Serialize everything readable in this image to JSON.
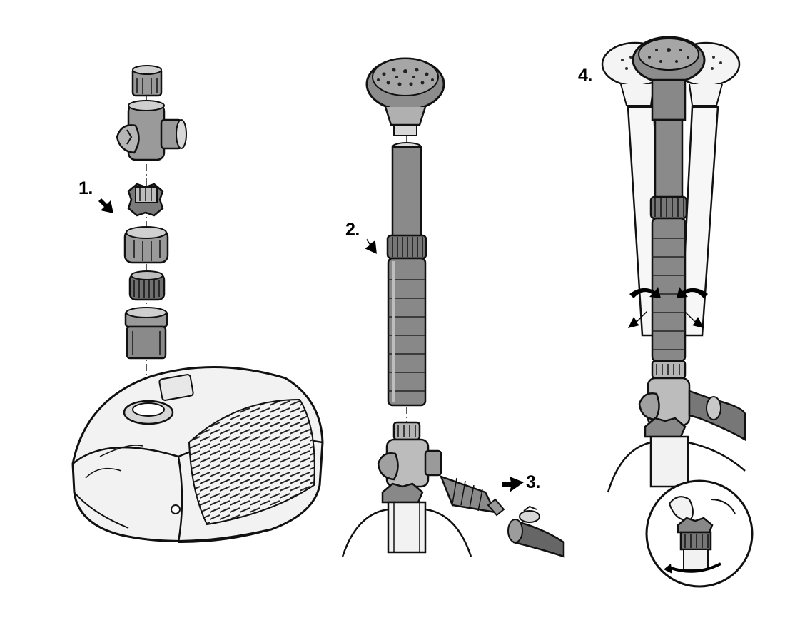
{
  "steps": [
    {
      "id": "step-1",
      "label": "1."
    },
    {
      "id": "step-2",
      "label": "2."
    },
    {
      "id": "step-3",
      "label": "3."
    },
    {
      "id": "step-4",
      "label": "4."
    }
  ],
  "colors": {
    "outline": "#1a1a1a",
    "dark_part": "#7a7a7a",
    "mid_part": "#a8a8a8",
    "light_part": "#d9d9d9",
    "background": "#ffffff"
  }
}
